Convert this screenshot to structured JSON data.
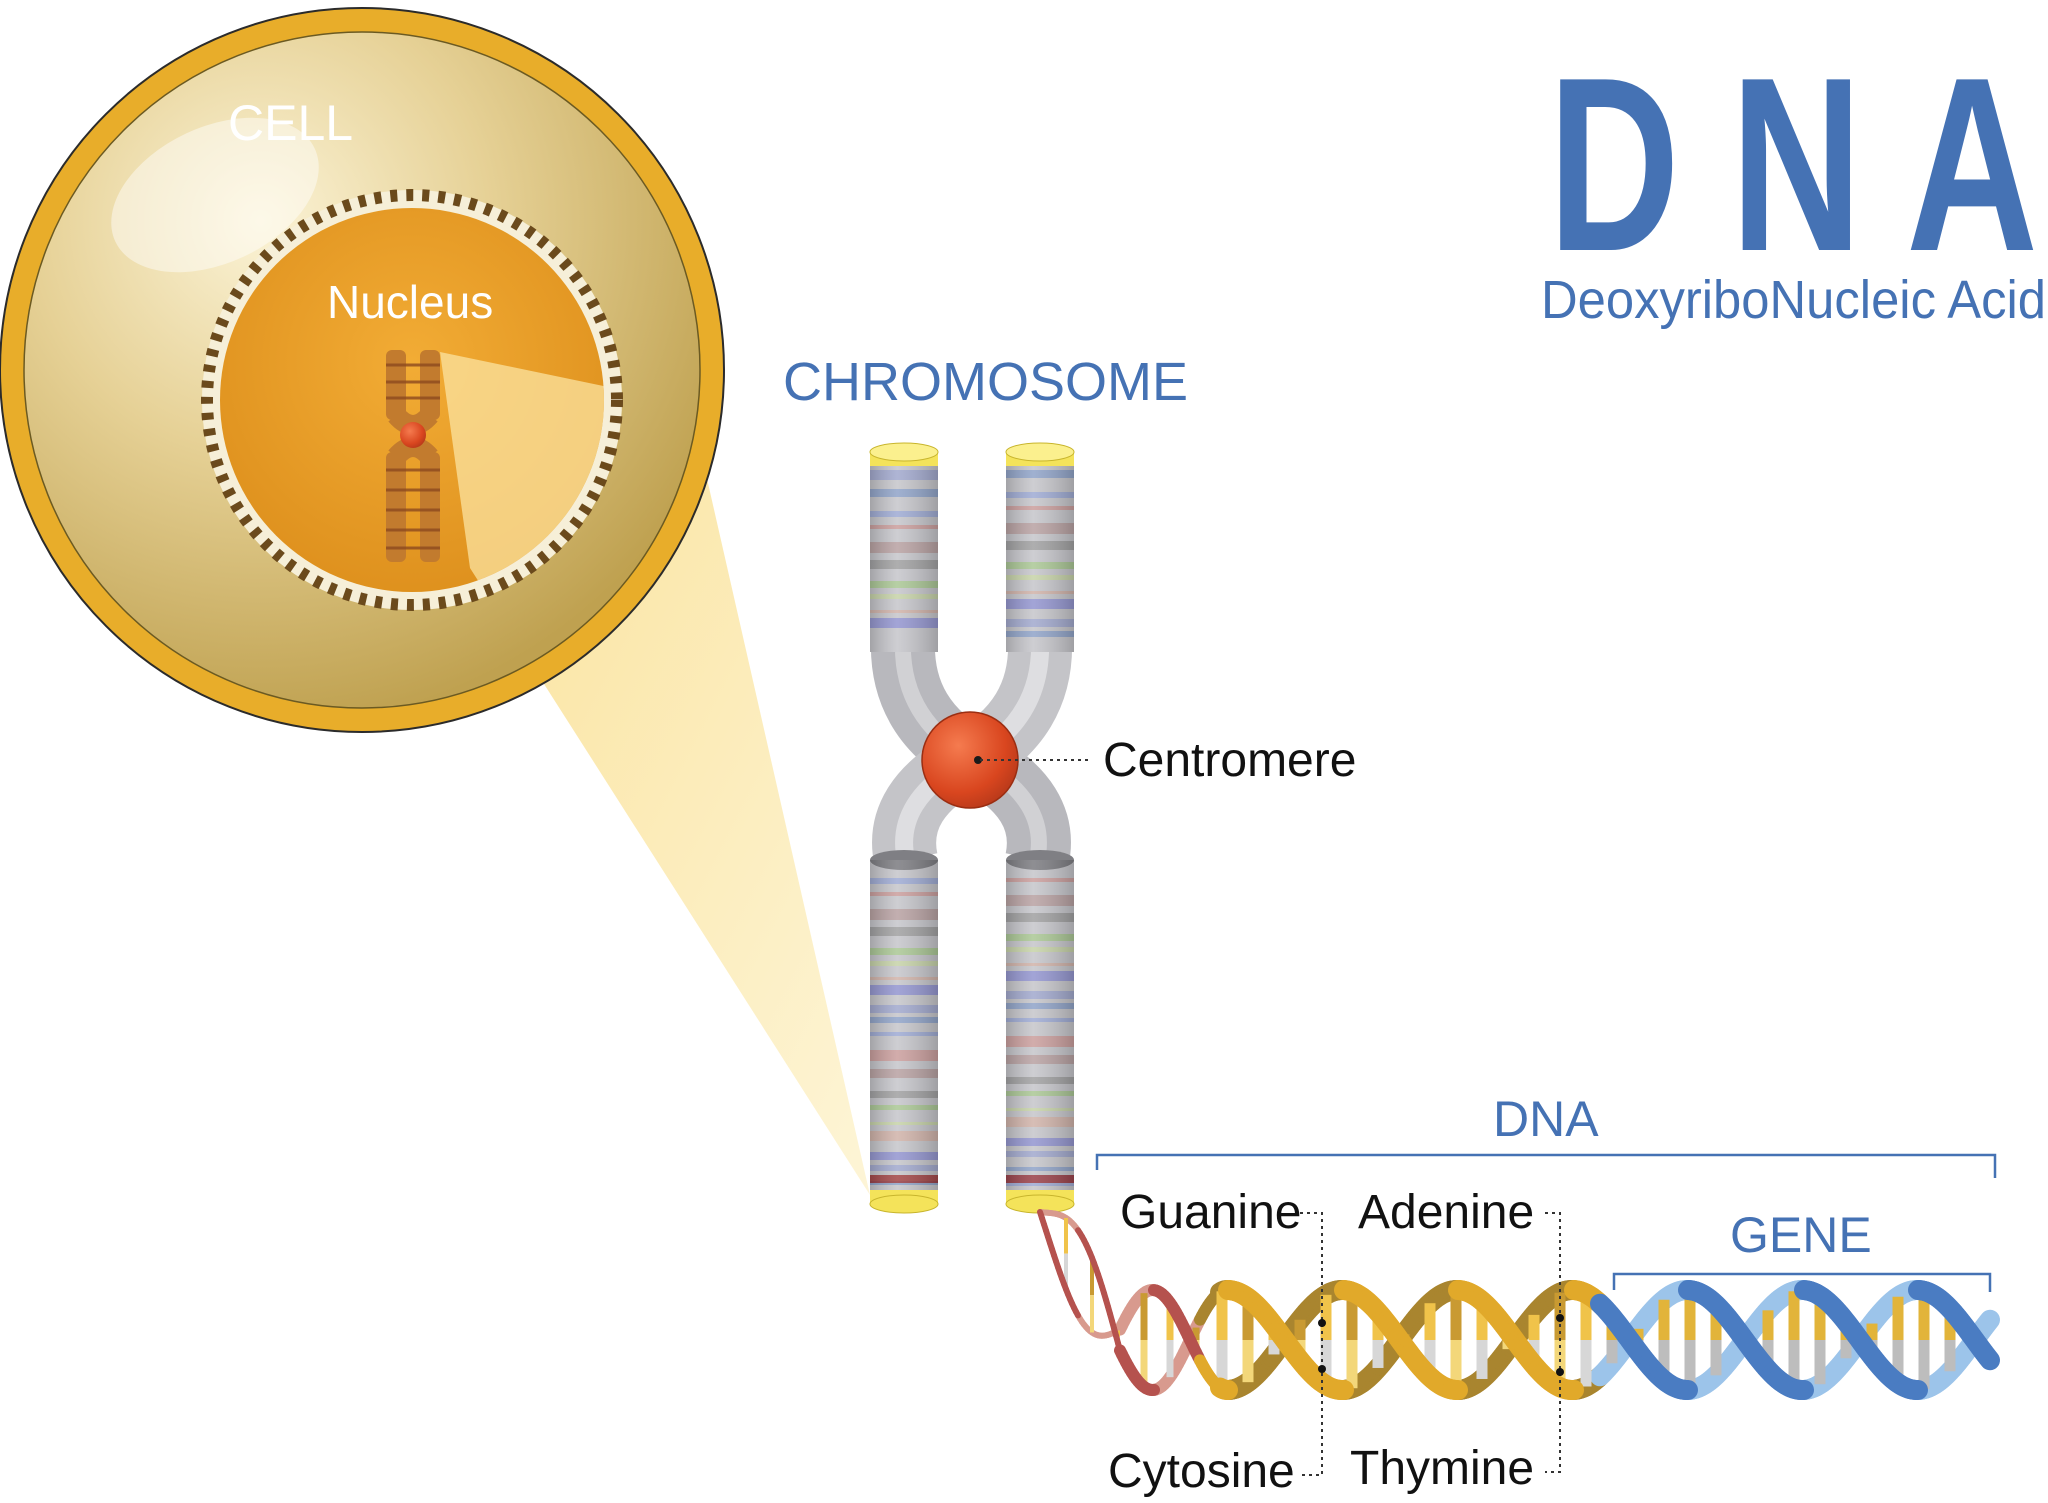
{
  "title": {
    "main": "D N A",
    "subtitle": "DeoxyriboNucleic Acid"
  },
  "labels": {
    "cell": "CELL",
    "nucleus": "Nucleus",
    "chromosome": "CHROMOSOME",
    "centromere": "Centromere",
    "dna": "DNA",
    "gene": "GENE",
    "guanine": "Guanine",
    "adenine": "Adenine",
    "cytosine": "Cytosine",
    "thymine": "Thymine"
  },
  "colors": {
    "title_blue": "#4572b4",
    "cell_rim": "#e8ad2a",
    "cytoplasm": "#dcc37e",
    "nucleus": "#e9a02e",
    "centromere": "#e2502a",
    "zoom_beam": "#fbe9b4",
    "strand_red": "#b5524e",
    "strand_gold": "#e1a92a",
    "strand_olive": "#a9852f",
    "strand_blue": "#4a7cc2",
    "strand_lightblue": "#9cc4ea",
    "chromatid_grey": "#c9c9cd",
    "telomere": "#f4e35a"
  }
}
